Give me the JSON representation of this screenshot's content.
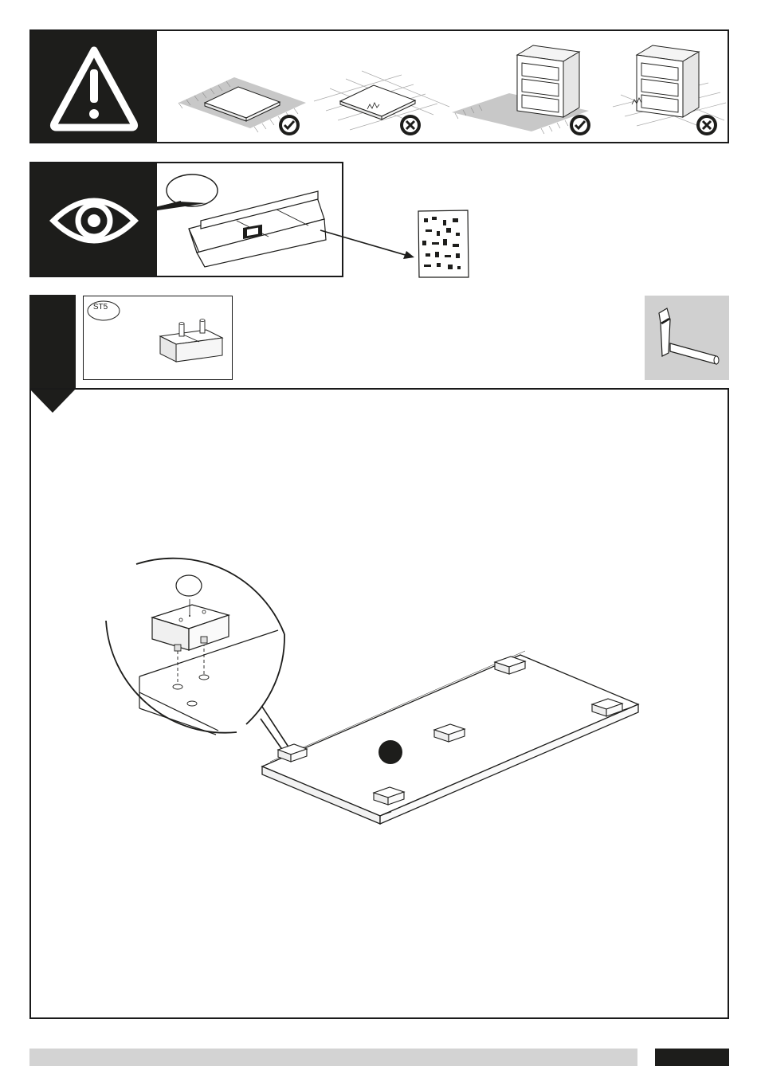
{
  "warning_panel": {
    "icon": "warning-triangle-icon",
    "examples": [
      {
        "icon": "panel-on-carpet-illustration",
        "verdict": "check-icon"
      },
      {
        "icon": "panel-on-hard-floor-illustration",
        "verdict": "cross-icon"
      },
      {
        "icon": "cabinet-on-carpet-illustration",
        "verdict": "check-icon"
      },
      {
        "icon": "cabinet-on-hard-floor-illustration",
        "verdict": "cross-icon"
      }
    ]
  },
  "inspect_panel": {
    "icon": "eye-icon",
    "box_icon": "open-box-icon",
    "hardware_bag_icon": "hardware-bag-icon"
  },
  "step": {
    "part_code": "ST5",
    "part_icon": "foot-block-icon",
    "tool_icon": "hammer-icon",
    "detail_icon": "magnified-detail-icon",
    "panel_icon": "panel-with-feet-illustration"
  },
  "footer": {
    "bar_color": "#d3d3d3",
    "page_block_color": "#1d1d1b"
  },
  "colors": {
    "ink": "#1d1d1b",
    "tool_bg": "#d0d0d0",
    "floor_grey": "#c8c8c8"
  }
}
